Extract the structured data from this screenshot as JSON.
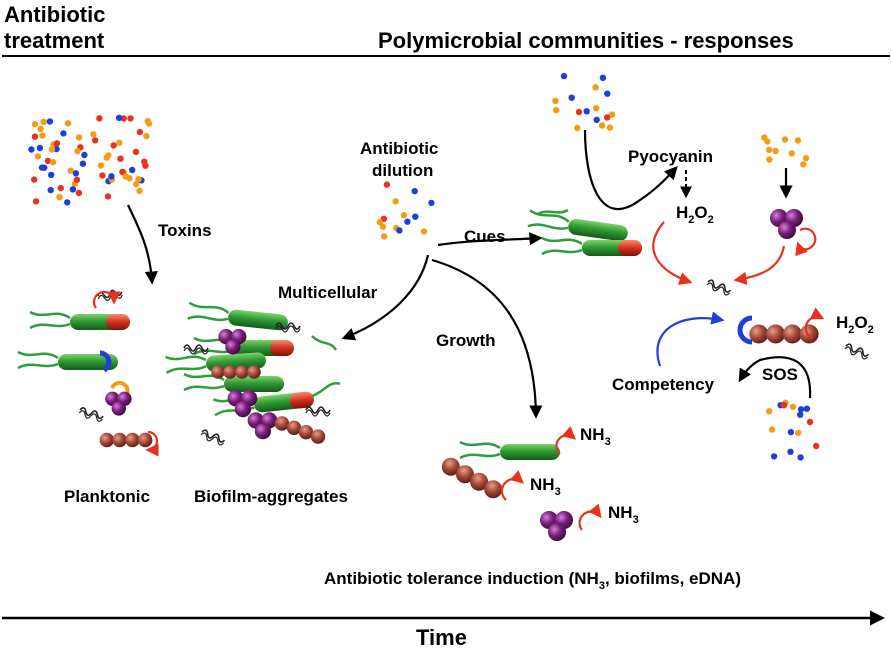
{
  "header": {
    "left_title_line1": "Antibiotic",
    "left_title_line2": "treatment",
    "right_title": "Polymicrobial communities - responses"
  },
  "labels": {
    "toxins": "Toxins",
    "antibiotic_dilution_line1": "Antibiotic",
    "antibiotic_dilution_line2": "dilution",
    "cues": "Cues",
    "multicellular": "Multicellular",
    "growth": "Growth",
    "pyocyanin": "Pyocyanin",
    "h2o2_base": "H",
    "h2o2_sub1": "2",
    "h2o2_mid": "O",
    "h2o2_sub2": "2",
    "nh3_base": "NH",
    "nh3_sub": "3",
    "competency": "Competency",
    "sos": "SOS",
    "planktonic": "Planktonic",
    "biofilm_aggregates": "Biofilm-aggregates",
    "tolerance_part1": "Antibiotic tolerance induction (NH",
    "tolerance_sub": "3",
    "tolerance_part2": ", biofilms, eDNA)",
    "time": "Time"
  },
  "colors": {
    "arrow_black": "#000000",
    "arrow_red": "#e8321e",
    "arrow_blue": "#1f3fd6",
    "dot_red": "#e8321e",
    "dot_blue": "#1f3fd6",
    "dot_orange": "#f39c1a",
    "rod_green": "#2f9a35",
    "rod_red_tip": "#d43020",
    "coccus_purple": "#7a1f7a",
    "chain_brown": "#a84a3a",
    "flagella_green": "#2e9e3c"
  },
  "icons": [
    "antibiotic-particles-icon",
    "bacillus-icon",
    "coccus-cluster-icon",
    "streptococcus-chain-icon",
    "edna-icon",
    "binding-protein-icon"
  ]
}
